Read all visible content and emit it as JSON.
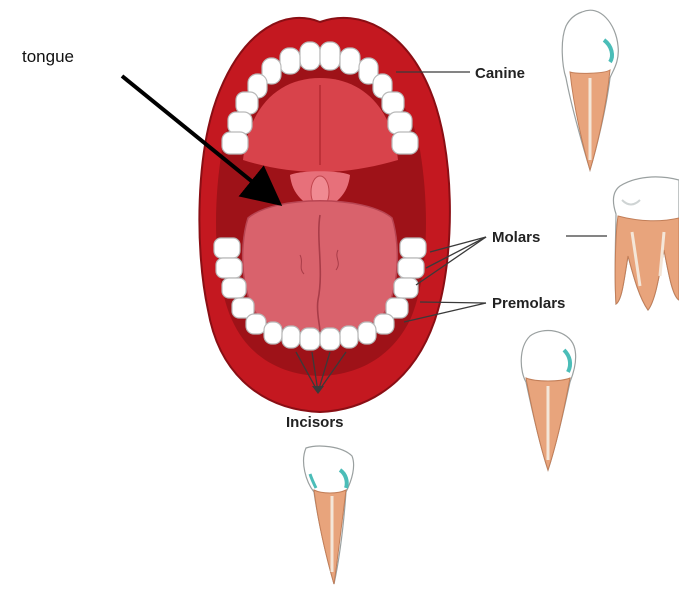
{
  "labels": {
    "tongue": "tongue",
    "canine": "Canine",
    "molars": "Molars",
    "premolars": "Premolars",
    "incisors": "Incisors"
  },
  "colors": {
    "lip": "#c41820",
    "mouth_inner": "#9e1218",
    "palate": "#d8434b",
    "tongue": "#d9626c",
    "enamel": "#ffffff",
    "root": "#e8a47c",
    "pulp": "#f4e6d8",
    "gum_tint": "#4bbdb8",
    "arrow": "#000000"
  },
  "icons": {
    "tongue_pointer": "arrow-icon"
  }
}
